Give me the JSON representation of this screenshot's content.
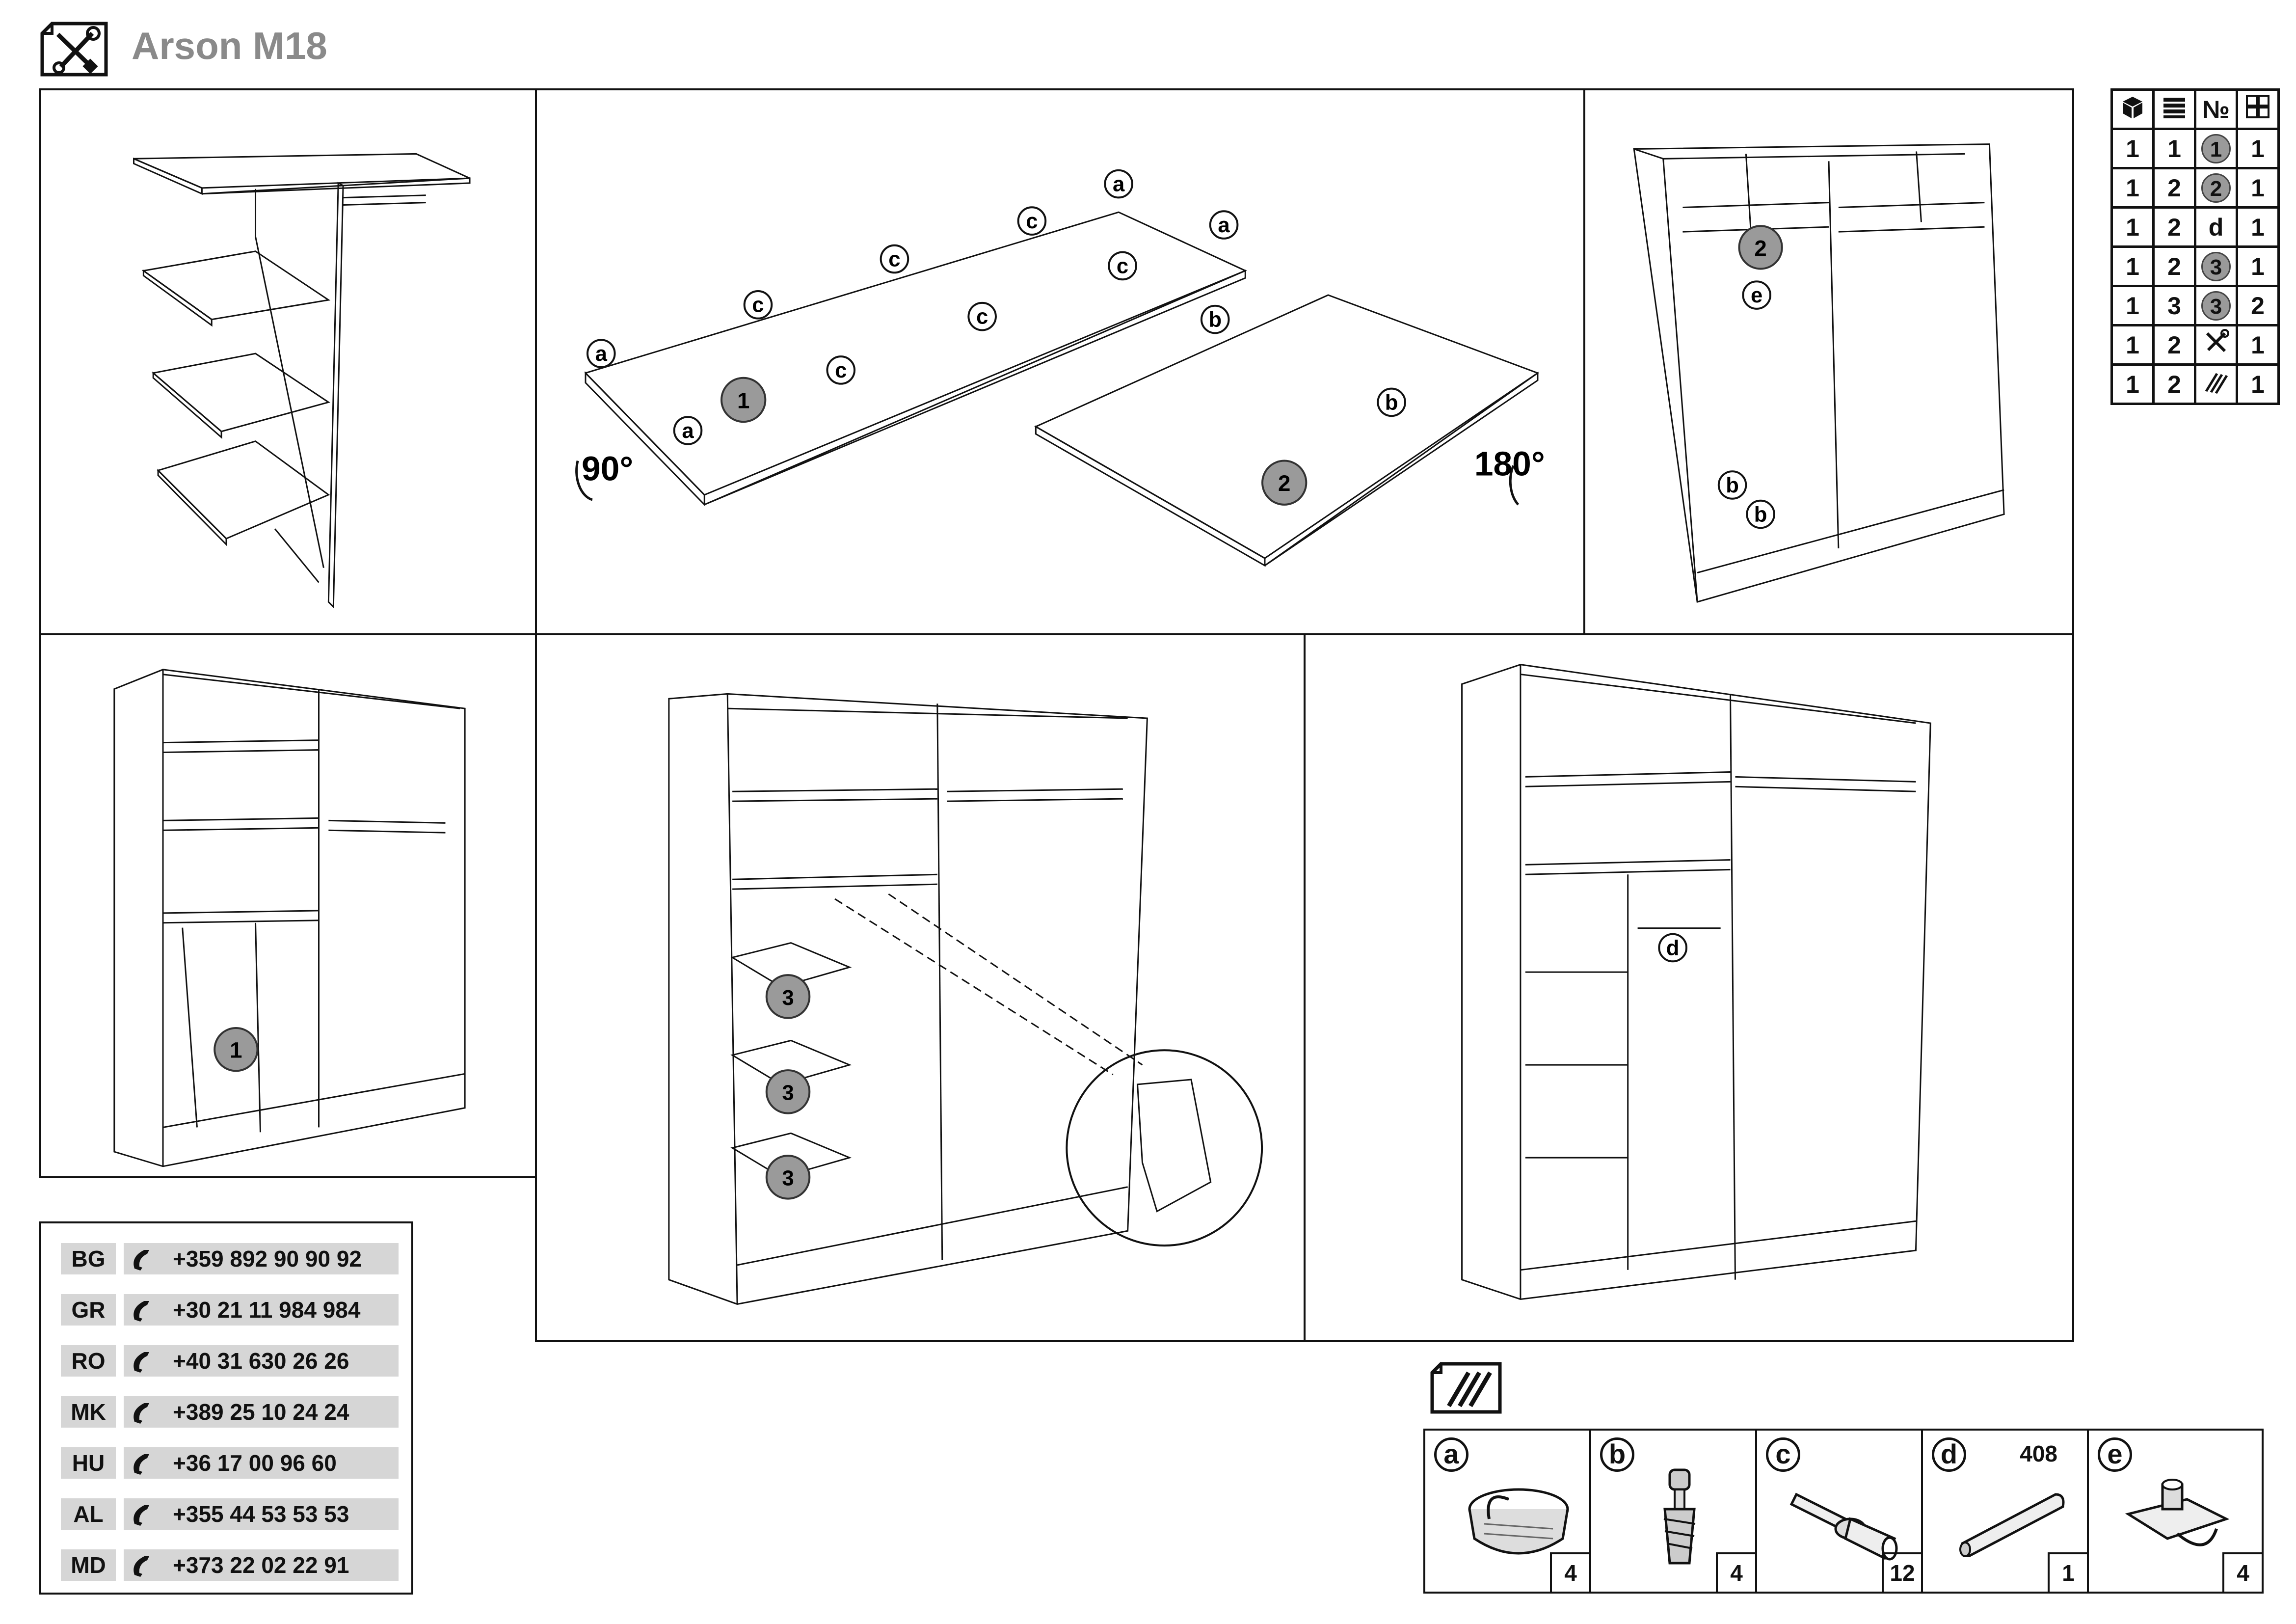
{
  "header": {
    "title": "Arson M18",
    "tools_icon": "tools-icon"
  },
  "step2": {
    "rotate_left": "90°",
    "rotate_right": "180°",
    "labels_a": "a",
    "labels_b": "b",
    "labels_c": "c",
    "panel_1": "1",
    "panel_2": "2"
  },
  "step3": {
    "panel_2": "2",
    "label_e": "e",
    "label_b": "b"
  },
  "step4": {
    "panel_1": "1"
  },
  "step5": {
    "shelf_3": "3"
  },
  "step6": {
    "label_d": "d"
  },
  "parts_table": {
    "header_icons": [
      "box-icon",
      "stack-icon",
      "number-icon",
      "grid-icon"
    ],
    "header_no": "№",
    "rows": [
      {
        "box": "1",
        "qty": "1",
        "part": "1",
        "part_type": "badge",
        "count": "1"
      },
      {
        "box": "1",
        "qty": "2",
        "part": "2",
        "part_type": "badge",
        "count": "1"
      },
      {
        "box": "1",
        "qty": "2",
        "part": "d",
        "part_type": "text",
        "count": "1"
      },
      {
        "box": "1",
        "qty": "2",
        "part": "3",
        "part_type": "badge",
        "count": "1"
      },
      {
        "box": "1",
        "qty": "3",
        "part": "3",
        "part_type": "badge",
        "count": "2"
      },
      {
        "box": "1",
        "qty": "2",
        "part": "tools-icon",
        "part_type": "icon",
        "count": "1"
      },
      {
        "box": "1",
        "qty": "2",
        "part": "fittings-icon",
        "part_type": "icon",
        "count": "1"
      }
    ]
  },
  "phones": [
    {
      "code": "BG",
      "number": "+359 892 90 90 92"
    },
    {
      "code": "GR",
      "number": "+30 21 11 984 984"
    },
    {
      "code": "RO",
      "number": "+40 31 630 26 26"
    },
    {
      "code": "MK",
      "number": "+389 25 10 24 24"
    },
    {
      "code": "HU",
      "number": "+36 17 00 96 60"
    },
    {
      "code": "AL",
      "number": "+355 44 53 53 53"
    },
    {
      "code": "MD",
      "number": "+373 22 02 22 91"
    }
  ],
  "hardware": [
    {
      "letter": "a",
      "count": "4",
      "dim": "",
      "icon": "cam-lock-icon"
    },
    {
      "letter": "b",
      "count": "4",
      "dim": "",
      "icon": "dowel-screw-icon"
    },
    {
      "letter": "c",
      "count": "12",
      "dim": "",
      "icon": "shelf-pin-icon"
    },
    {
      "letter": "d",
      "count": "1",
      "dim": "408",
      "icon": "rail-tube-icon"
    },
    {
      "letter": "e",
      "count": "4",
      "dim": "",
      "icon": "rail-holder-icon"
    }
  ]
}
